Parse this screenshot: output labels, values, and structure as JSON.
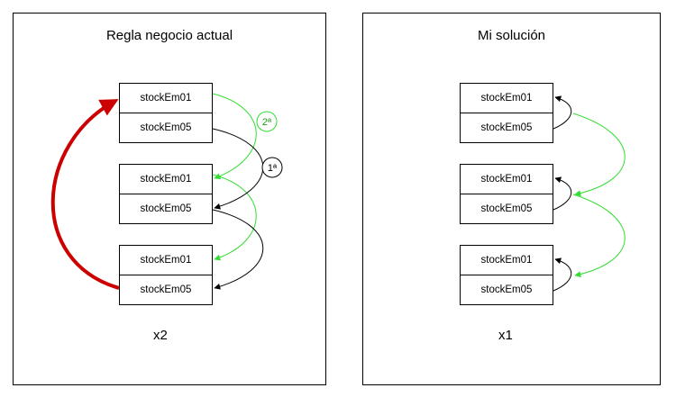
{
  "left_panel": {
    "title": "Regla negocio actual",
    "multiplier": "x2",
    "groups": [
      {
        "top": "stockEm01",
        "bottom": "stockEm05"
      },
      {
        "top": "stockEm01",
        "bottom": "stockEm05"
      },
      {
        "top": "stockEm01",
        "bottom": "stockEm05"
      }
    ],
    "badges": {
      "green": "2ª",
      "black": "1ª"
    }
  },
  "right_panel": {
    "title": "Mi solución",
    "multiplier": "x1",
    "groups": [
      {
        "top": "stockEm01",
        "bottom": "stockEm05"
      },
      {
        "top": "stockEm01",
        "bottom": "stockEm05"
      },
      {
        "top": "stockEm01",
        "bottom": "stockEm05"
      }
    ]
  },
  "colors": {
    "green": "#33dd33",
    "black": "#000000",
    "red": "#cc0000"
  }
}
